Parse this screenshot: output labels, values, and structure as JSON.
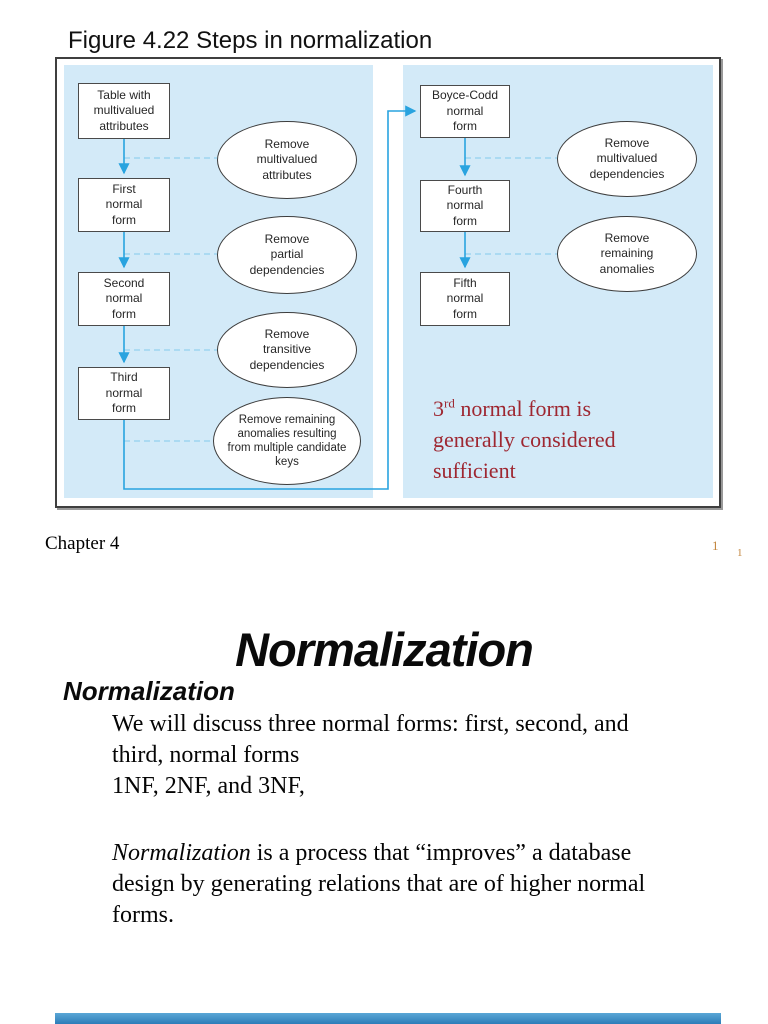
{
  "colors": {
    "panel_bg": "#d3eaf8",
    "arrow": "#29a3df",
    "dashed": "#9ed4f0",
    "note_red": "#9e2731",
    "page_mark": "#c3863f",
    "bottom_bar": "#2d7cb8"
  },
  "figure": {
    "title": "Figure 4.22 Steps in normalization",
    "left_boxes": [
      {
        "label": "Table with\nmultivalued\nattributes"
      },
      {
        "label": "First\nnormal\nform"
      },
      {
        "label": "Second\nnormal\nform"
      },
      {
        "label": "Third\nnormal\nform"
      }
    ],
    "left_ellipses": [
      {
        "label": "Remove\nmultivalued\nattributes"
      },
      {
        "label": "Remove\npartial\ndependencies"
      },
      {
        "label": "Remove\ntransitive\ndependencies"
      },
      {
        "label": "Remove remaining\nanomalies resulting\nfrom multiple candidate\nkeys"
      }
    ],
    "right_boxes": [
      {
        "label": "Boyce-Codd\nnormal\nform"
      },
      {
        "label": "Fourth\nnormal\nform"
      },
      {
        "label": "Fifth\nnormal\nform"
      }
    ],
    "right_ellipses": [
      {
        "label": "Remove\nmultivalued\ndependencies"
      },
      {
        "label": "Remove\nremaining\nanomalies"
      }
    ],
    "note": {
      "base": "3",
      "sup": "rd",
      "line1_rest": " normal form is",
      "line2": "generally considered",
      "line3": "sufficient"
    }
  },
  "footer": {
    "chapter": "Chapter 4",
    "mark1": "1",
    "mark2": "1"
  },
  "slide": {
    "title": "Normalization",
    "heading": "Normalization",
    "para1_lines": [
      "We will discuss three normal forms: first, second, and",
      "third, normal forms",
      "1NF, 2NF, and 3NF,"
    ],
    "para2": {
      "italic": "Normalization",
      "line1_rest": " is a process that “improves” a database",
      "line2": "design by generating relations that are of higher normal",
      "line3": "forms."
    }
  }
}
